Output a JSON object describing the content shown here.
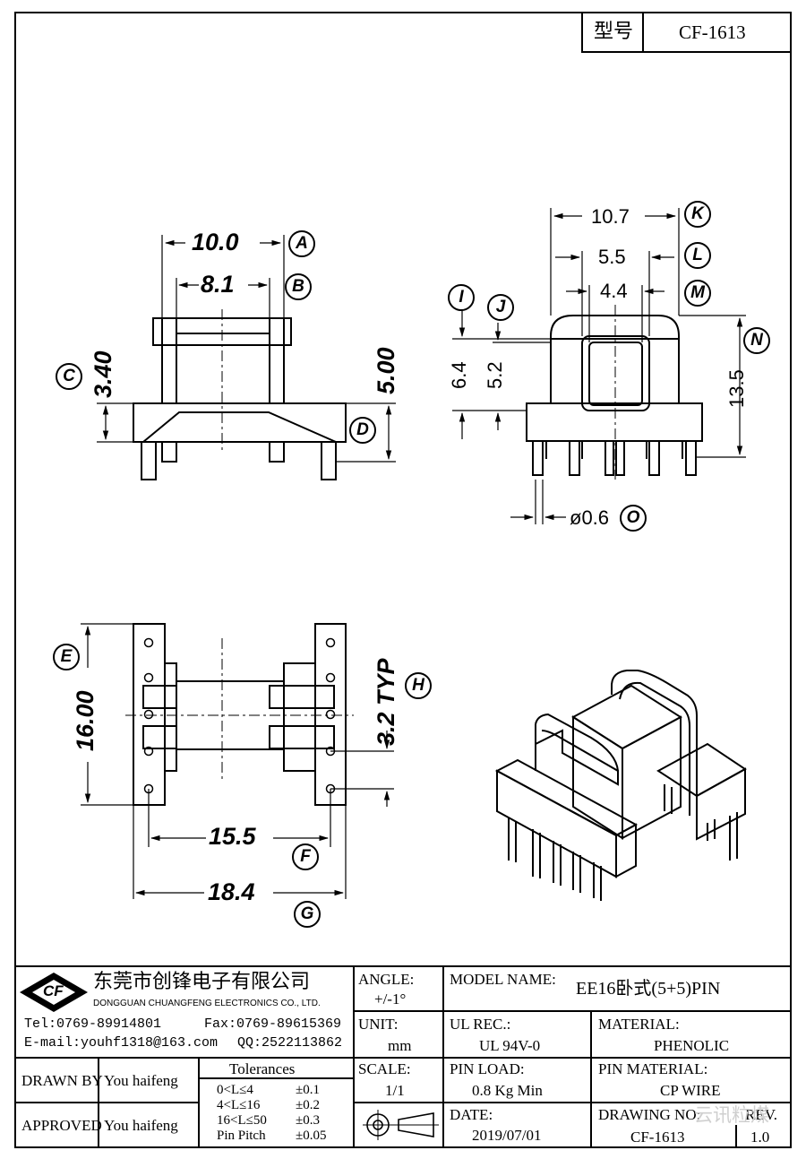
{
  "header": {
    "model_label": "型号",
    "model_value": "CF-1613"
  },
  "dimensions": {
    "side_top_width": "10.0",
    "side_inner_width": "8.1",
    "side_flange_height": "3.40",
    "side_total_height": "5.00",
    "front_overall_width": "10.7",
    "front_mid_width": "5.5",
    "front_core_width": "4.4",
    "front_height_outer": "6.4",
    "front_height_inner": "5.2",
    "front_total_height": "13.5",
    "pin_diameter": "ø0.6",
    "bottom_length": "16.00",
    "pin_pitch": "3.2 TYP",
    "bottom_pin_span": "15.5",
    "bottom_overall_width": "18.4"
  },
  "callouts": [
    "A",
    "B",
    "C",
    "D",
    "E",
    "F",
    "G",
    "H",
    "I",
    "J",
    "K",
    "L",
    "M",
    "N",
    "O"
  ],
  "company": {
    "logo_text": "CF",
    "name_cn": "东莞市创锋电子有限公司",
    "name_en": "DONGGUAN CHUANGFENG ELECTRONICS CO., LTD.",
    "tel": "Tel:0769-89914801",
    "fax": "Fax:0769-89615369",
    "email": "E-mail:youhf1318@163.com",
    "qq": "QQ:2522113862"
  },
  "title_block": {
    "angle_label": "ANGLE:",
    "angle_value": "+/-1°",
    "model_name_label": "MODEL NAME:",
    "model_name_value": "EE16卧式(5+5)PIN",
    "unit_label": "UNIT:",
    "unit_value": "mm",
    "ul_label": "UL REC.:",
    "ul_value": "UL 94V-0",
    "material_label": "MATERIAL:",
    "material_value": "PHENOLIC",
    "drawn_by_label": "DRAWN BY",
    "drawn_by_value": "You haifeng",
    "approved_label": "APPROVED",
    "approved_value": "You haifeng",
    "tolerances_title": "Tolerances",
    "tolerances": [
      {
        "range": "0<L≤4",
        "value": "±0.1"
      },
      {
        "range": "4<L≤16",
        "value": "±0.2"
      },
      {
        "range": "16<L≤50",
        "value": "±0.3"
      },
      {
        "range": "Pin Pitch",
        "value": "±0.05"
      }
    ],
    "scale_label": "SCALE:",
    "scale_value": "1/1",
    "pin_load_label": "PIN LOAD:",
    "pin_load_value": "0.8 Kg Min",
    "pin_material_label": "PIN MATERIAL:",
    "pin_material_value": "CP WIRE",
    "date_label": "DATE:",
    "date_value": "2019/07/01",
    "drawing_no_label": "DRAWING NO:",
    "drawing_no_value": "CF-1613",
    "rev_label": "REV.",
    "rev_value": "1.0"
  },
  "watermark": "云讯粒煤"
}
